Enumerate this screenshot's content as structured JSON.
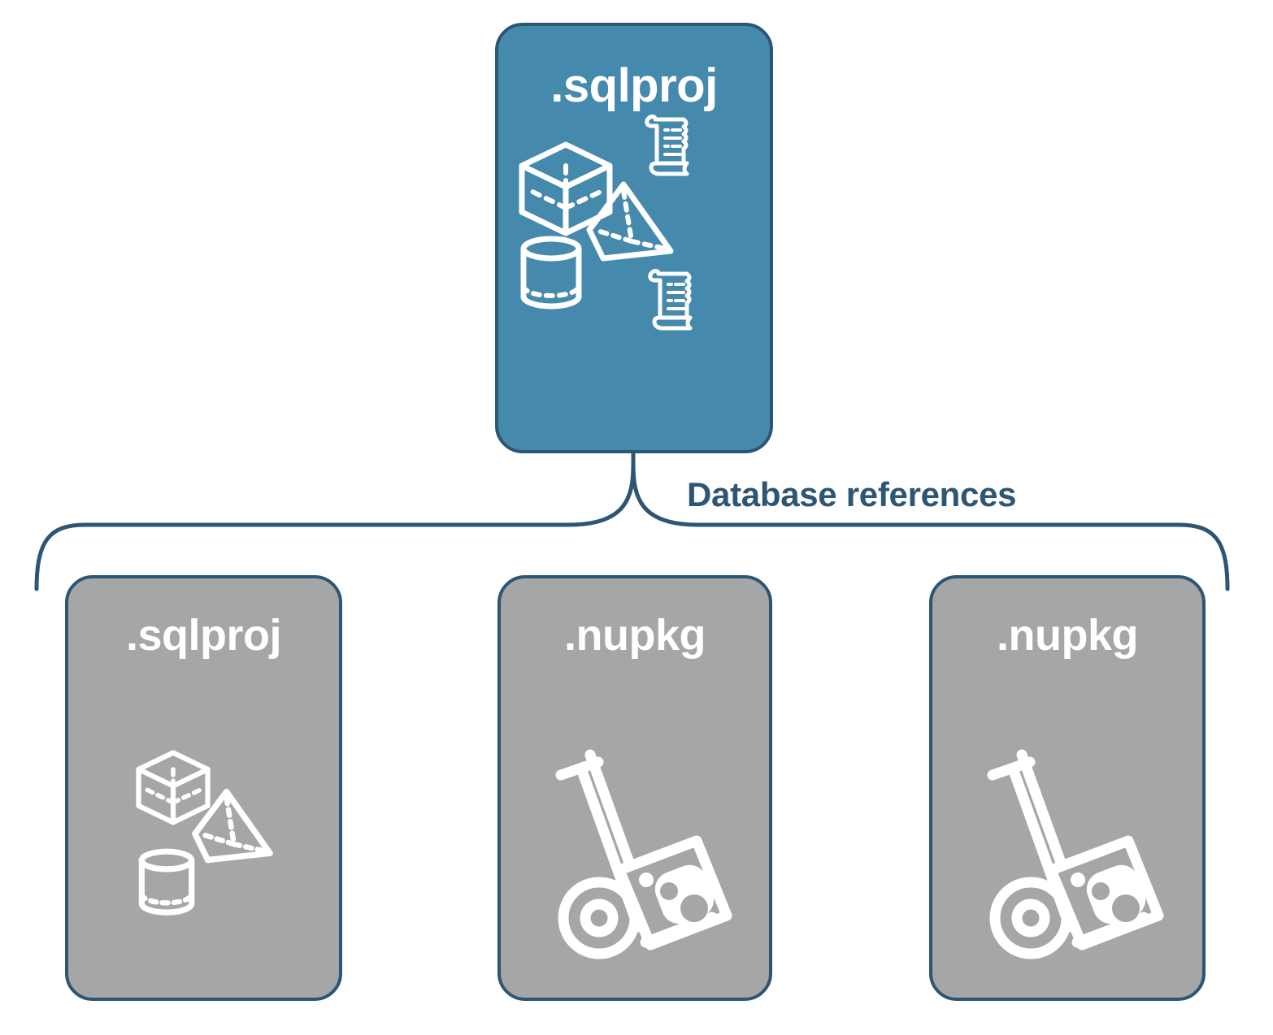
{
  "diagram": {
    "title": "Database references",
    "colors": {
      "primary_fill": "#4589ac",
      "secondary_fill": "#a6a6a6",
      "stroke": "#2d5574",
      "icon": "#ffffff",
      "label_text": "#2d5574"
    },
    "root": {
      "label": ".sqlproj",
      "icons": [
        "cube-icon",
        "script-scroll-icon",
        "pyramid-icon",
        "cylinder-icon",
        "script-scroll-icon"
      ]
    },
    "connector": {
      "label": "Database references",
      "style": "curly-brace"
    },
    "references": [
      {
        "label": ".sqlproj",
        "icons": [
          "cube-icon",
          "pyramid-icon",
          "cylinder-icon"
        ]
      },
      {
        "label": ".nupkg",
        "icons": [
          "hand-truck-package-icon"
        ]
      },
      {
        "label": ".nupkg",
        "icons": [
          "hand-truck-package-icon"
        ]
      }
    ]
  }
}
